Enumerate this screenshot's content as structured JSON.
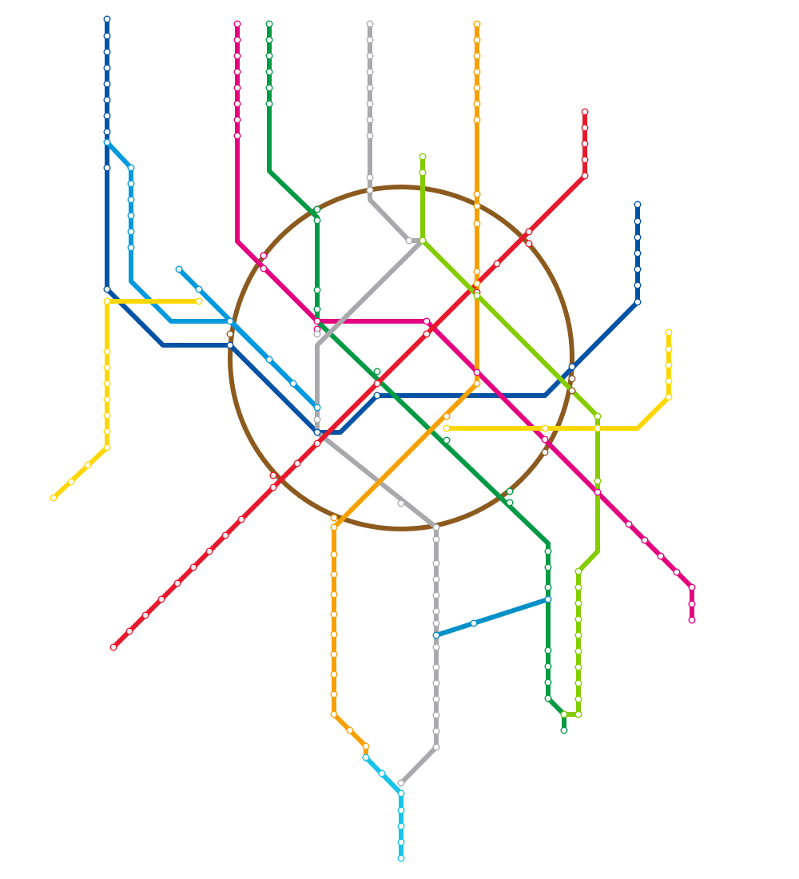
{
  "map": {
    "colors": {
      "dark_blue": "#0052a5",
      "light_blue": "#0099dd",
      "magenta": "#e4007f",
      "green": "#009a44",
      "grey": "#a9a9ad",
      "orange": "#f5a000",
      "red": "#e8192c",
      "lime": "#84cc00",
      "yellow": "#ffd700",
      "brown": "#8c5a1e",
      "cyan": "#17c3e8",
      "steel_blue": "#0090c8",
      "background": "#ffffff"
    },
    "lines": [
      {
        "id": "dark-blue-line",
        "color_key": "dark_blue"
      },
      {
        "id": "light-blue-line",
        "color_key": "light_blue"
      },
      {
        "id": "magenta-line",
        "color_key": "magenta"
      },
      {
        "id": "green-line",
        "color_key": "green"
      },
      {
        "id": "grey-line",
        "color_key": "grey"
      },
      {
        "id": "orange-line",
        "color_key": "orange"
      },
      {
        "id": "red-line",
        "color_key": "red"
      },
      {
        "id": "lime-line",
        "color_key": "lime"
      },
      {
        "id": "yellow-line",
        "color_key": "yellow"
      },
      {
        "id": "brown-ring-line",
        "color_key": "brown"
      },
      {
        "id": "cyan-line",
        "color_key": "cyan"
      },
      {
        "id": "steel-blue-line",
        "color_key": "steel_blue"
      }
    ]
  }
}
